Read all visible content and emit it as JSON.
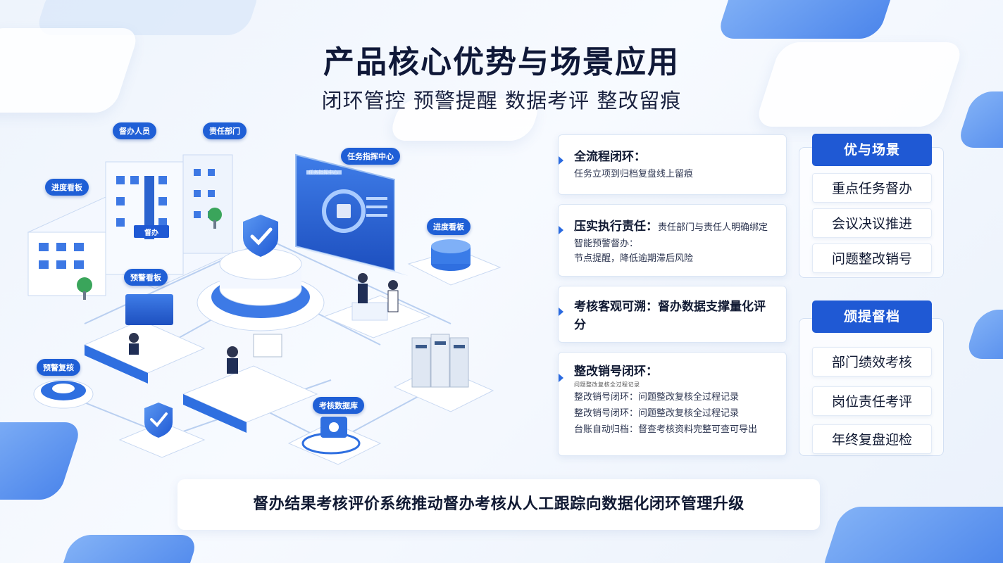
{
  "title": "产品核心优势与场景应用",
  "subtitle": "闭环管控 预警提醒 数据考评 整改留痕",
  "illustration": {
    "tags": {
      "supervisor": "督办人员",
      "department": "责任部门",
      "progress_board_left": "进度看板",
      "command_center": "任务指挥中心",
      "progress_board_right": "进度看板",
      "warning_board": "预警看板",
      "warning_review": "预警复核",
      "assessment_db": "考核数据库"
    },
    "building_sign": "督办",
    "screen_title": "任务指挥中心"
  },
  "cards": [
    {
      "title": "全流程闭环：",
      "desc": "任务立项到归档复盘线上留痕"
    },
    {
      "title": "压实执行责任：",
      "inline_desc": "责任部门与责任人明确绑定",
      "lines": [
        "智能预警督办：",
        "节点提醒，降低逾期滞后风险"
      ]
    },
    {
      "title": "考核客观可溯：督办数据支撑量化评分"
    },
    {
      "title": "整改销号闭环：",
      "small": "问题整改复核全过程记录",
      "lines": [
        "整改销号闭环：问题整改复核全过程记录",
        "整改销号闭环：问题整改复核全过程记录",
        "台账自动归档：督查考核资料完整可查可导出"
      ]
    }
  ],
  "panel_scenes": {
    "header": "优与场景",
    "items": [
      "重点任务督办",
      "会议决议推进",
      "问题整改销号"
    ]
  },
  "panel_data": {
    "header": "颁提督档",
    "items": [
      "部门绩效考核",
      "岗位责任考评",
      "年终复盘迎检"
    ]
  },
  "footer": "督办结果考核评价系统推动督办考核从人工跟踪向数据化闭环管理升级",
  "colors": {
    "primary": "#1f59d4",
    "accent": "#2a6ae0",
    "text": "#111a33"
  }
}
